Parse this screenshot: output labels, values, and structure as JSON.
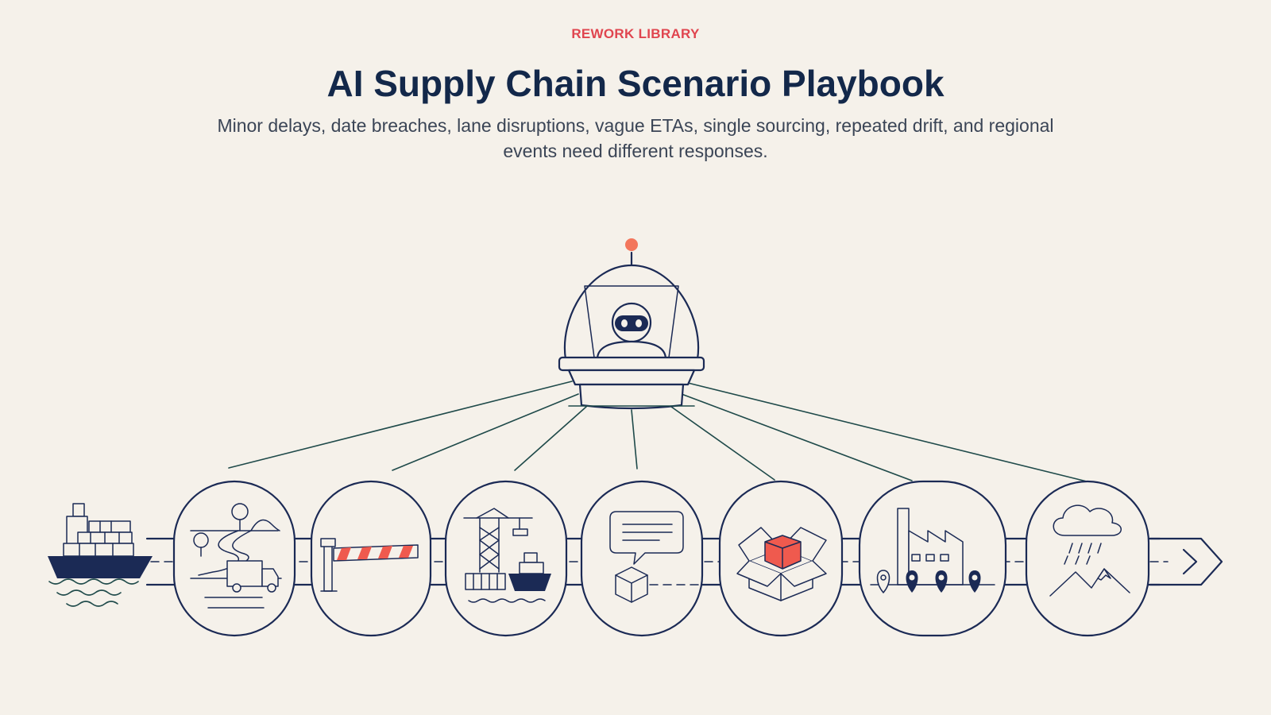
{
  "header": {
    "eyebrow": "REWORK LIBRARY",
    "title": "AI Supply Chain Scenario Playbook",
    "subtitle": "Minor delays, date breaches, lane disruptions, vague ETAs, single sourcing, repeated drift, and regional events need different responses."
  },
  "diagram": {
    "hub": "ai-robot-control-pod-icon",
    "scenarios": [
      {
        "key": "minor-delays",
        "icon": "truck-on-road-icon"
      },
      {
        "key": "date-breaches",
        "icon": "barrier-gate-icon"
      },
      {
        "key": "lane-disruptions",
        "icon": "port-crane-ship-icon"
      },
      {
        "key": "vague-etas",
        "icon": "message-bubble-package-icon"
      },
      {
        "key": "single-sourcing",
        "icon": "open-box-icon"
      },
      {
        "key": "repeated-drift",
        "icon": "factory-location-pins-icon"
      },
      {
        "key": "regional-events",
        "icon": "rain-cloud-mountains-icon"
      }
    ],
    "colors": {
      "navy": "#1b2a55",
      "accent_red": "#ef5a4e",
      "eyebrow_red": "#e0454f",
      "background": "#f5f1ea",
      "connector_green": "#1f4a4a"
    }
  }
}
